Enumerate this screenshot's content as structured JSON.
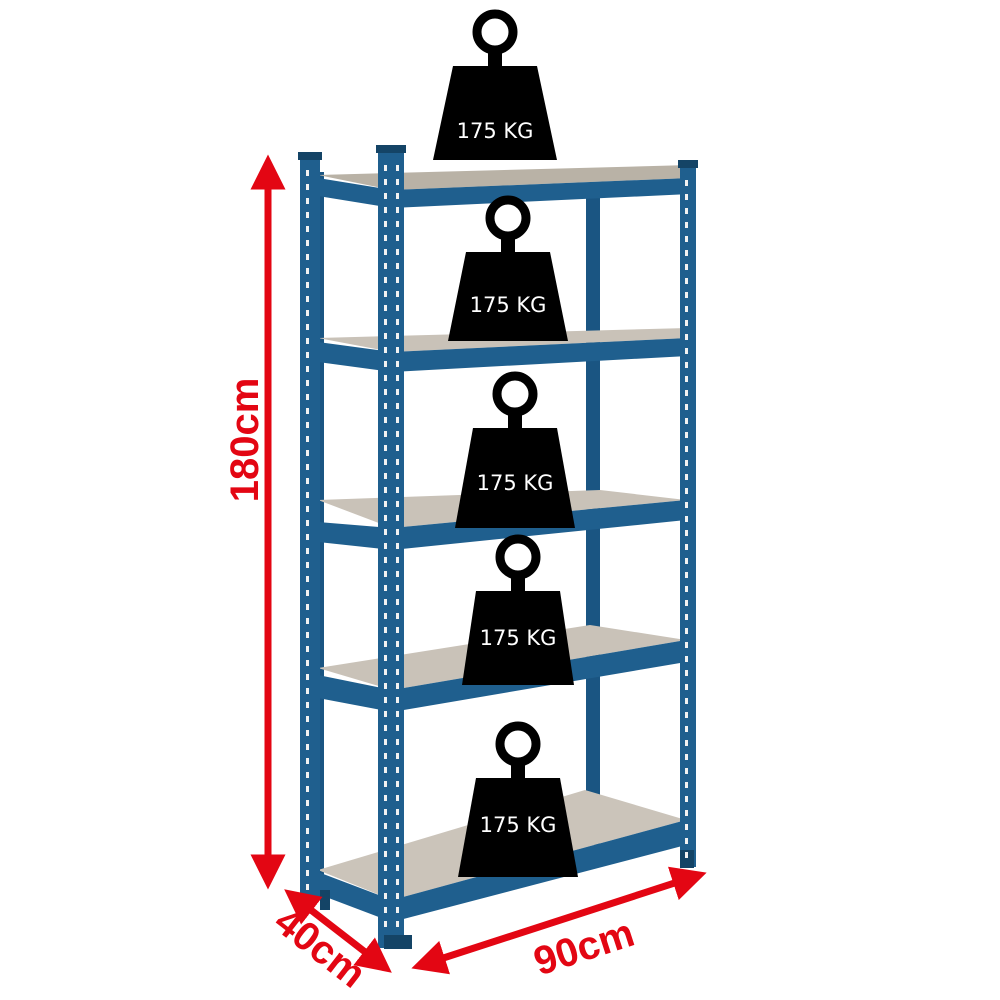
{
  "product_image": {
    "weights": [
      {
        "label": "175 KG"
      },
      {
        "label": "175 KG"
      },
      {
        "label": "175 KG"
      },
      {
        "label": "175 KG"
      },
      {
        "label": "175 KG"
      }
    ],
    "dimensions": {
      "height": "180cm",
      "width": "90cm",
      "depth": "40cm"
    },
    "colors": {
      "frame": "#1f5f8e",
      "frame_dark": "#144466",
      "board": "#c9c2b8",
      "weight": "#000000",
      "dimension_arrow": "#e30613"
    }
  }
}
